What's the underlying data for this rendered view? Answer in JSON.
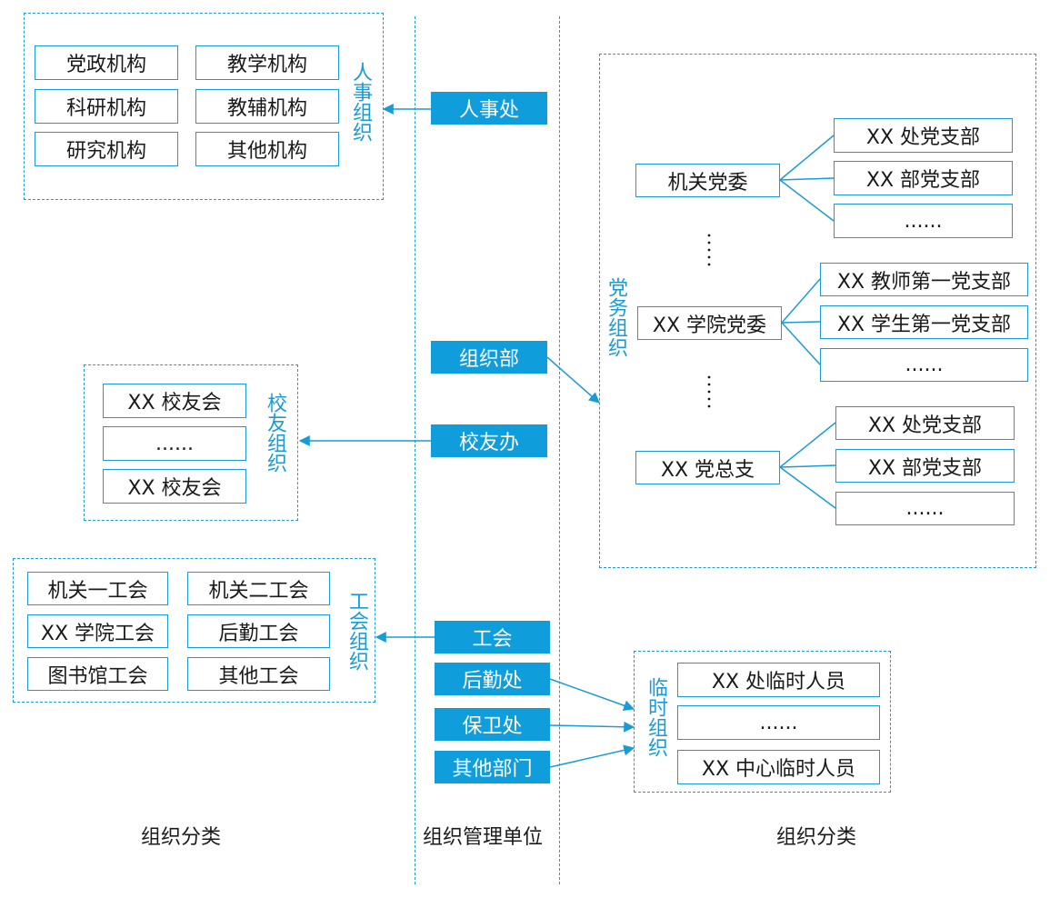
{
  "accent_color": "#1a9bd6",
  "unit_fill_color": "#0f9ddb",
  "personnel": {
    "label": "人事组织",
    "items": [
      "党政机构",
      "教学机构",
      "科研机构",
      "教辅机构",
      "研究机构",
      "其他机构"
    ]
  },
  "alumni": {
    "label": "校友组织",
    "items": [
      "XX 校友会",
      "......",
      "XX 校友会"
    ]
  },
  "union": {
    "label": "工会组织",
    "items": [
      "机关一工会",
      "机关二工会",
      "XX 学院工会",
      "后勤工会",
      "图书馆工会",
      "其他工会"
    ]
  },
  "party": {
    "label": "党务组织",
    "groups": [
      {
        "name": "机关党委",
        "branches": [
          "XX 处党支部",
          "XX 部党支部",
          "......"
        ]
      },
      {
        "name": "XX 学院党委",
        "branches": [
          "XX 教师第一党支部",
          "XX 学生第一党支部",
          "......"
        ]
      },
      {
        "name": "XX 党总支",
        "branches": [
          "XX 处党支部",
          "XX 部党支部",
          "......"
        ]
      }
    ]
  },
  "temporary": {
    "label": "临时组织",
    "items": [
      "XX 处临时人员",
      "......",
      "XX 中心临时人员"
    ]
  },
  "units": [
    "人事处",
    "组织部",
    "校友办",
    "工会",
    "后勤处",
    "保卫处",
    "其他部门"
  ],
  "captions": {
    "left": "组织分类",
    "center": "组织管理单位",
    "right": "组织分类"
  }
}
